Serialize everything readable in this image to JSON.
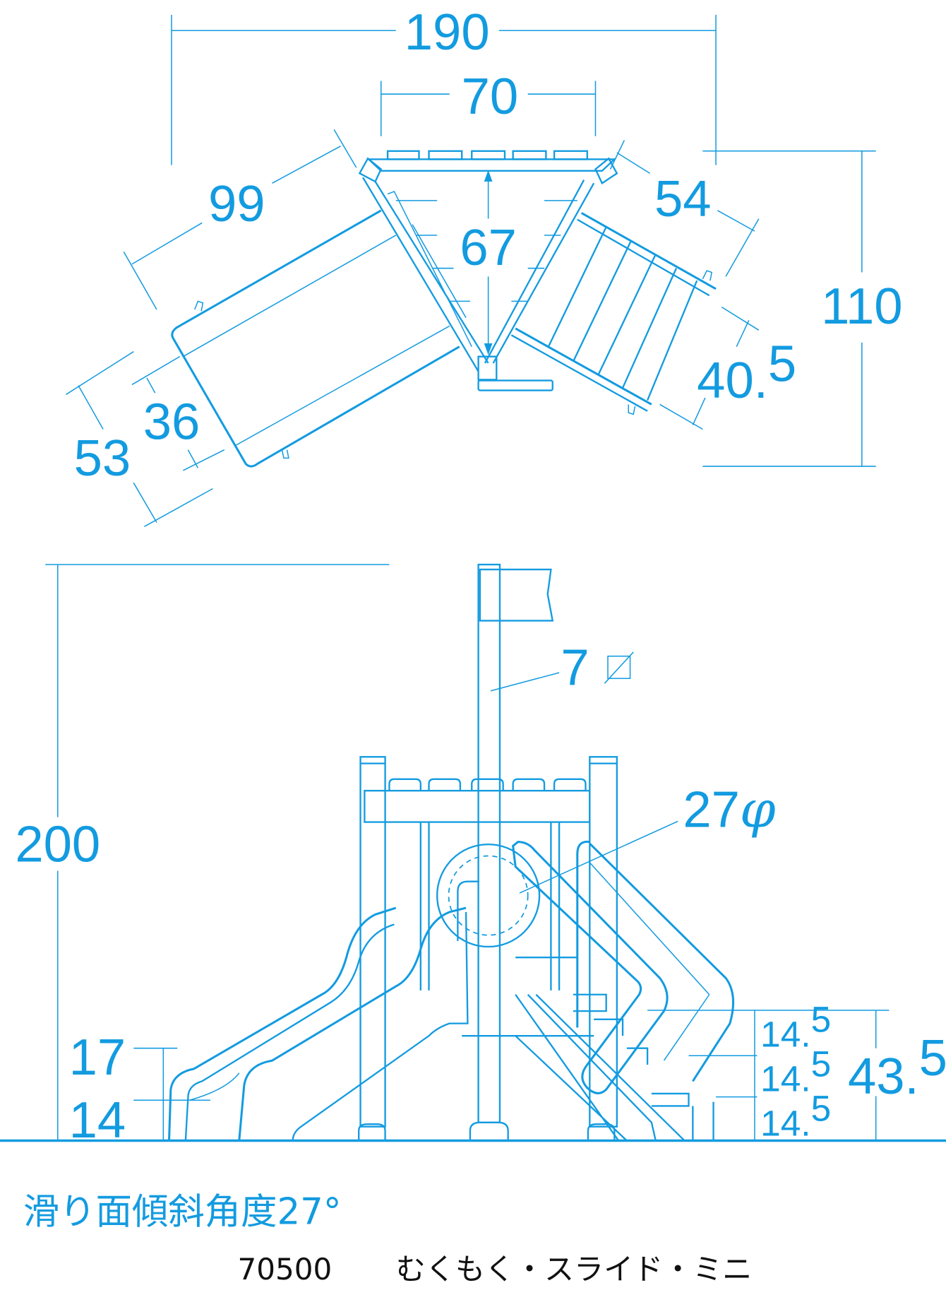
{
  "plan_view": {
    "overall_width": "190",
    "deck_width": "70",
    "deck_depth": "67",
    "slide_length": "99",
    "ladder_length": "54",
    "overall_depth": "110",
    "slide_inner_width": "36",
    "slide_outer_width": "53",
    "ladder_width": {
      "int": "40",
      "sep": ".",
      "frac": "5"
    }
  },
  "side_view": {
    "overall_height": "200",
    "pole_size": "7",
    "pole_symbol": "□",
    "tunnel_diameter": "27",
    "tunnel_symbol": "φ",
    "slide_exit_height": "17",
    "slide_exit_low": "14",
    "step_heights": [
      {
        "int": "14",
        "sep": ".",
        "frac": "5"
      },
      {
        "int": "14",
        "sep": ".",
        "frac": "5"
      },
      {
        "int": "14",
        "sep": ".",
        "frac": "5"
      }
    ],
    "deck_height": {
      "int": "43",
      "sep": ".",
      "frac": "5"
    }
  },
  "caption": "滑り面傾斜角度27°",
  "footer": {
    "code": "70500",
    "name": "むくもく・スライド・ミニ"
  },
  "colors": {
    "line": "#139be0",
    "footer_text": "#111111"
  }
}
